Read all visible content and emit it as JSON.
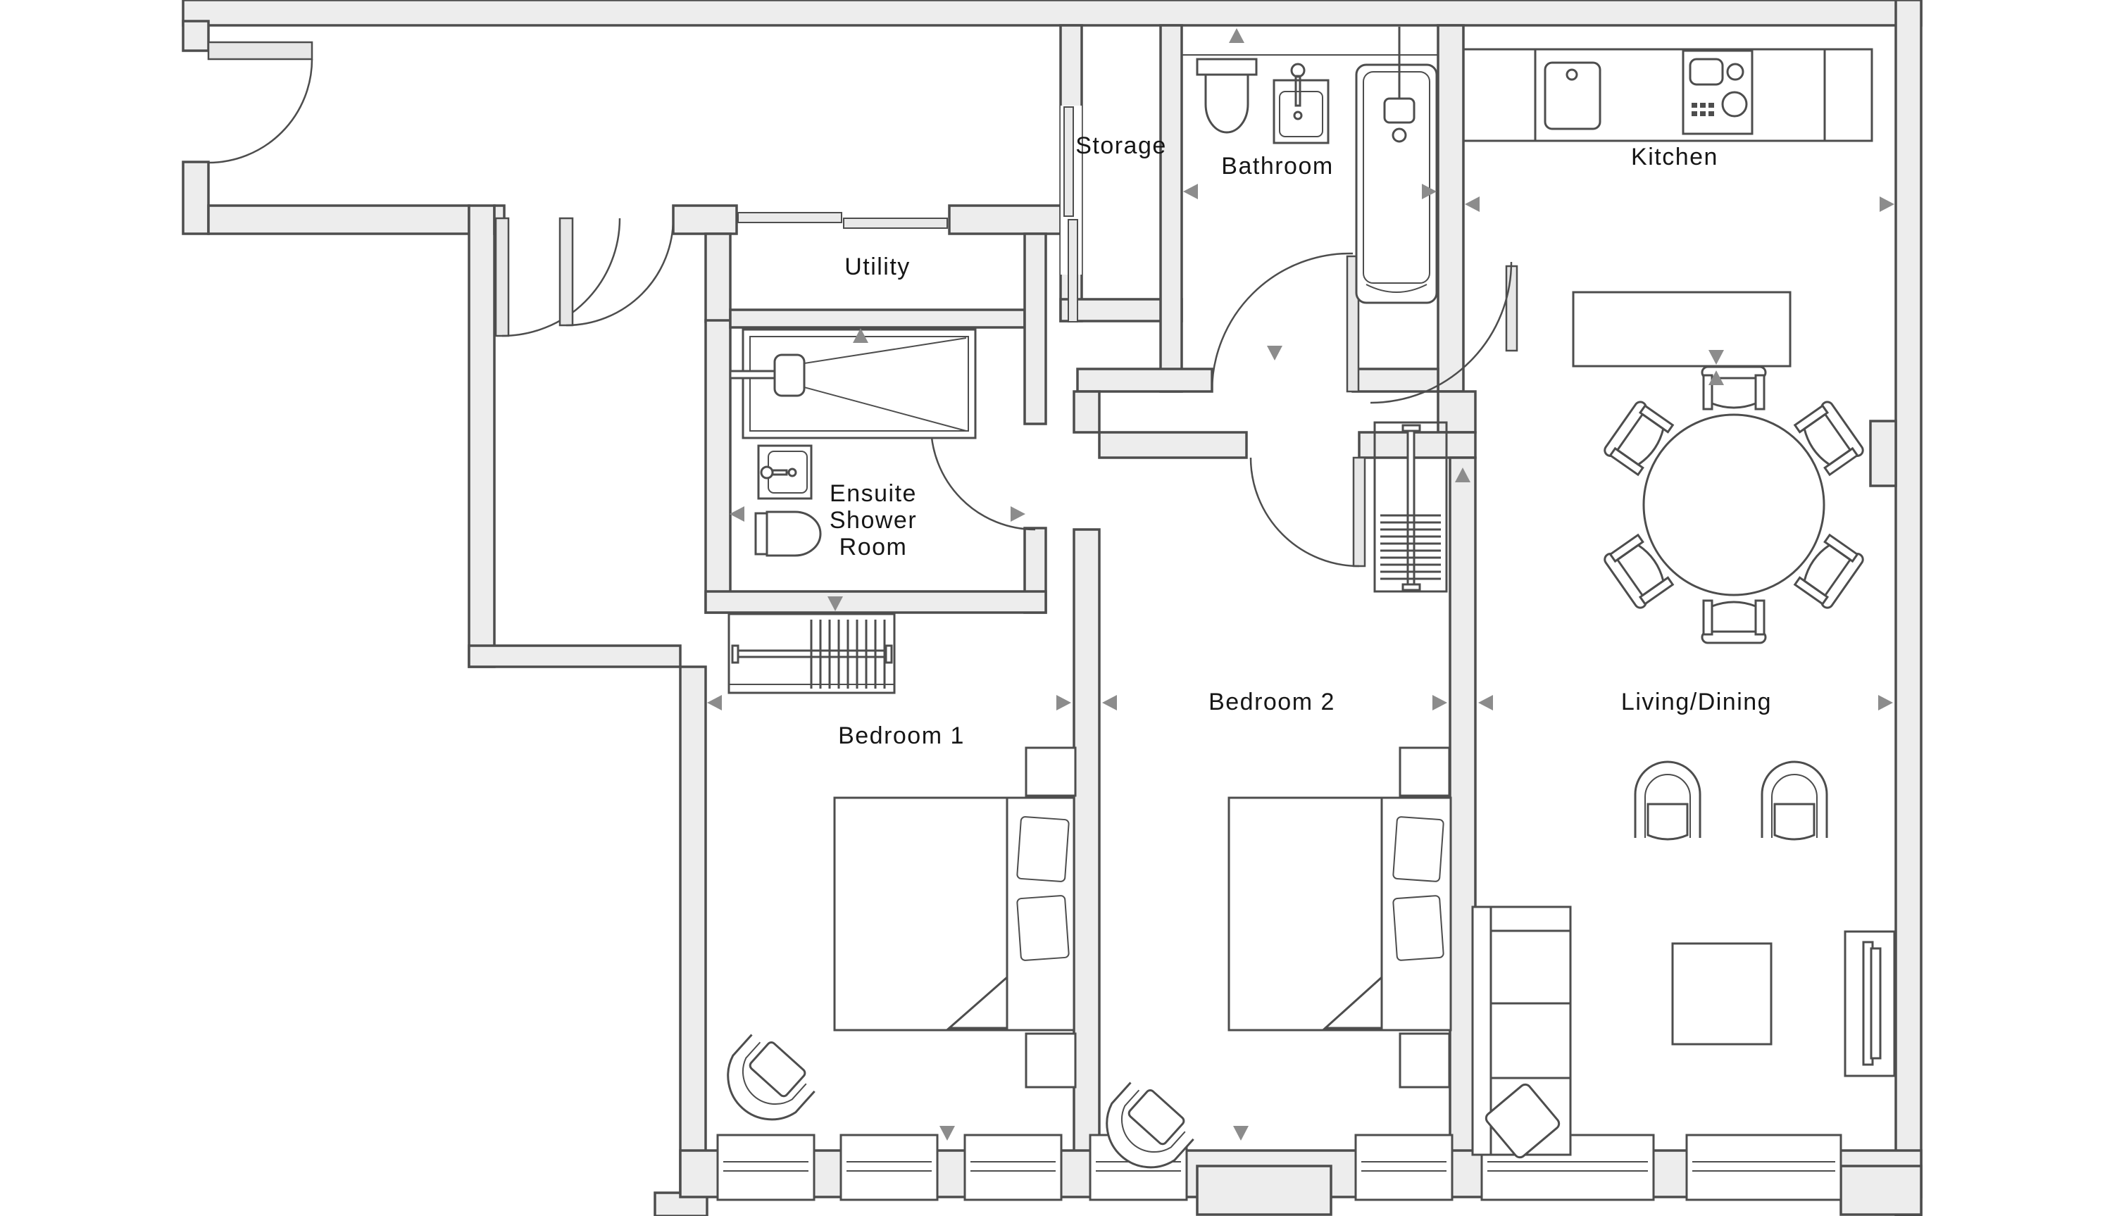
{
  "rooms": {
    "storage": {
      "label": "Storage"
    },
    "bathroom": {
      "label": "Bathroom"
    },
    "kitchen": {
      "label": "Kitchen"
    },
    "utility": {
      "label": "Utility"
    },
    "ensuite": {
      "lines": [
        "Ensuite",
        "Shower",
        "Room"
      ]
    },
    "bedroom1": {
      "label": "Bedroom 1"
    },
    "bedroom2": {
      "label": "Bedroom 2"
    },
    "living": {
      "label": "Living/Dining"
    }
  },
  "colors": {
    "wall_fill": "#ededed",
    "line": "#4d4d4d",
    "dimension_marker": "#8c8c8c",
    "background": "#ffffff",
    "text": "#161616"
  }
}
